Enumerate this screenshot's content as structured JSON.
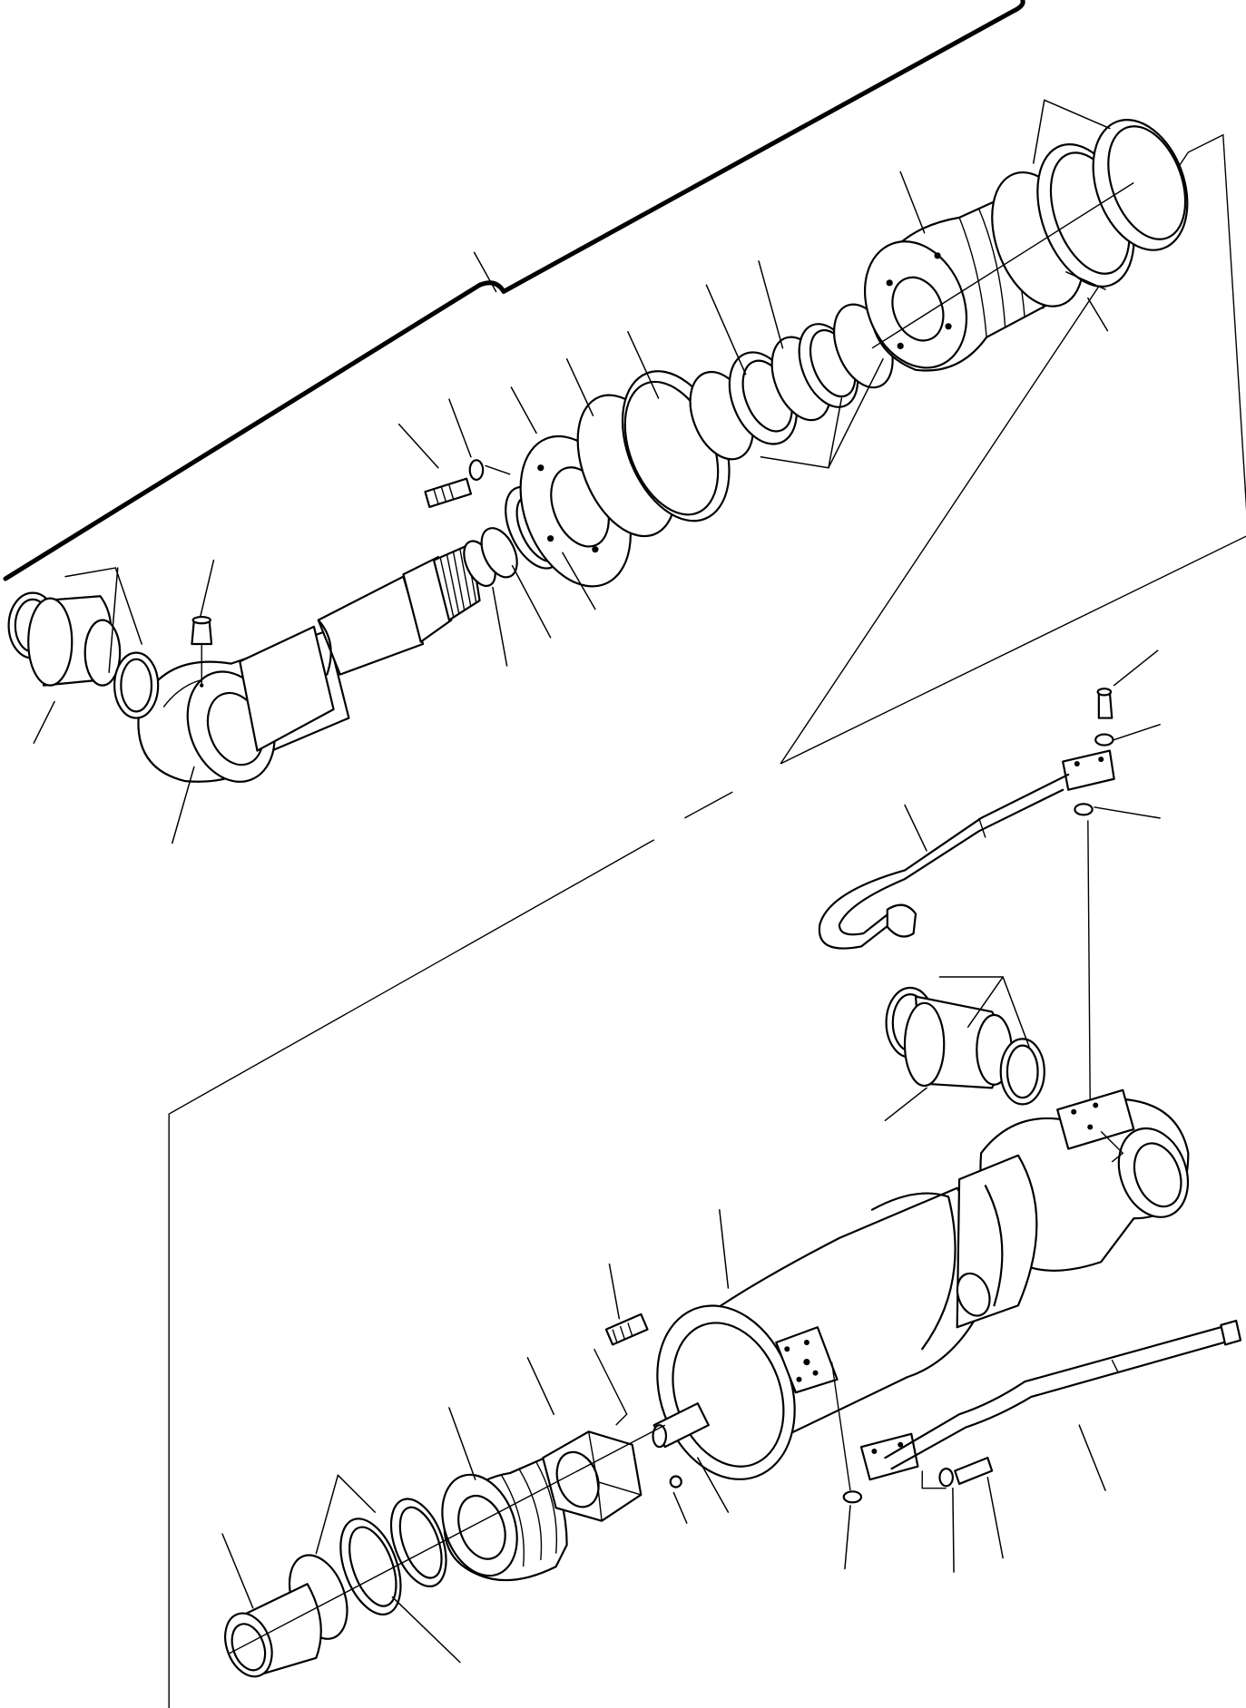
{
  "diagram": {
    "kind": "exploded parts drawing, hydraulic cylinder",
    "callout_numbers_visible": false,
    "assemblies": [
      "piston-rod-assembly",
      "cylinder-tube-assembly",
      "hydraulic-pipe-upper",
      "hydraulic-pipe-lower"
    ],
    "colors": {
      "line": "#000000",
      "background": "#ffffff"
    }
  }
}
